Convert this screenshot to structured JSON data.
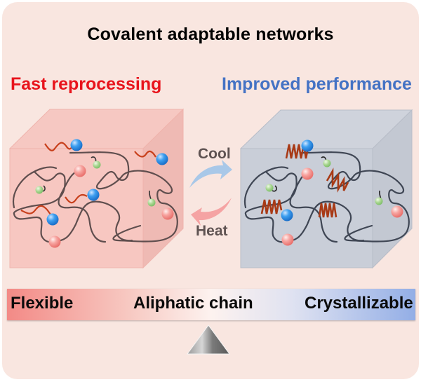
{
  "title": "Covalent adaptable networks",
  "left_state": {
    "heading": "Fast reprocessing",
    "heading_color": "#e8141c",
    "cube_color": "#f6c5c0"
  },
  "right_state": {
    "heading": "Improved performance",
    "heading_color": "#4472c4",
    "cube_color": "#c9ced9"
  },
  "transition": {
    "forward_label": "Cool",
    "reverse_label": "Heat",
    "forward_arrow_color": "#a9c8e8",
    "reverse_arrow_color": "#f5a3a3"
  },
  "balance_bar": {
    "left_label": "Flexible",
    "center_label": "Aliphatic chain",
    "right_label": "Crystallizable",
    "left_arrow_color": "#f47b78",
    "right_arrow_color": "#5cb1ee",
    "fulcrum_icon": "triangle-fulcrum"
  },
  "legend_colors": {
    "network_chain": "#5b4a4a",
    "network_chain_crystal": "#3f4654",
    "aliphatic_chain": "#c8401c",
    "bead_red": "#f08a86",
    "bead_blue": "#2c8ce0",
    "bead_green": "#9fd08a"
  }
}
